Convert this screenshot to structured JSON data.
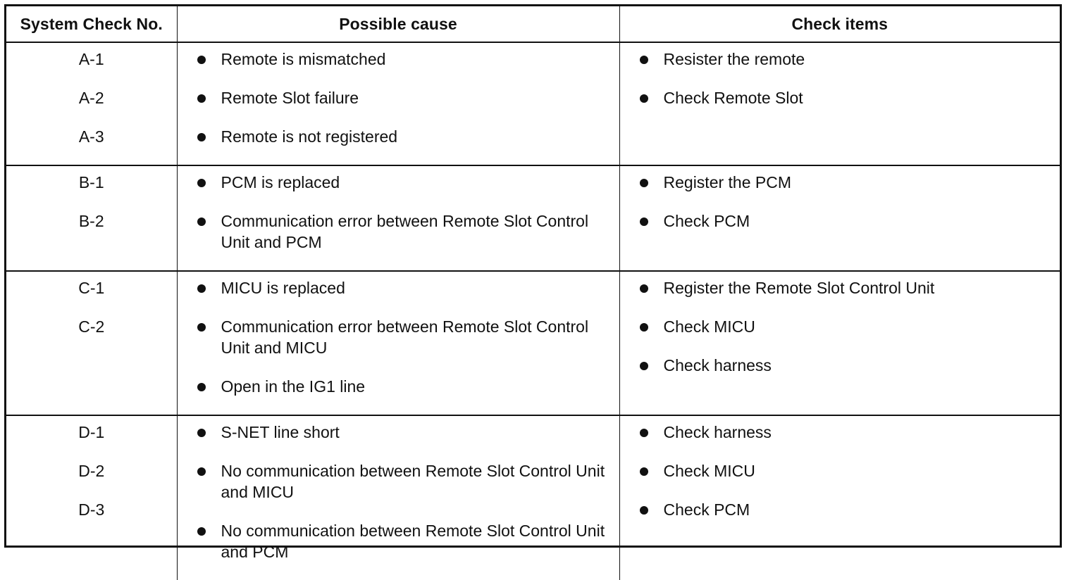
{
  "headers": [
    "System Check No.",
    "Possible cause",
    "Check items"
  ],
  "rows": [
    {
      "codes": [
        "A-1",
        "A-2",
        "A-3"
      ],
      "causes": [
        "Remote is mismatched",
        "Remote Slot failure",
        "Remote is not registered"
      ],
      "checks": [
        "Resister the remote",
        "Check Remote Slot"
      ]
    },
    {
      "codes": [
        "B-1",
        "B-2"
      ],
      "causes": [
        "PCM is replaced",
        "Communication error between Remote Slot Control Unit and PCM"
      ],
      "checks": [
        "Register the PCM",
        "Check PCM"
      ]
    },
    {
      "codes": [
        "C-1",
        "C-2"
      ],
      "causes": [
        "MICU is replaced",
        "Communication error between Remote Slot Control Unit and MICU",
        "Open in the IG1 line"
      ],
      "checks": [
        "Register the Remote Slot Control Unit",
        "Check MICU",
        "Check harness"
      ]
    },
    {
      "codes": [
        "D-1",
        "D-2",
        "D-3"
      ],
      "causes": [
        "S-NET line short",
        "No communication between Remote Slot Control Unit and MICU",
        "No communication between Remote Slot Control Unit and PCM"
      ],
      "checks": [
        "Check harness",
        "Check MICU",
        "Check PCM"
      ]
    }
  ]
}
